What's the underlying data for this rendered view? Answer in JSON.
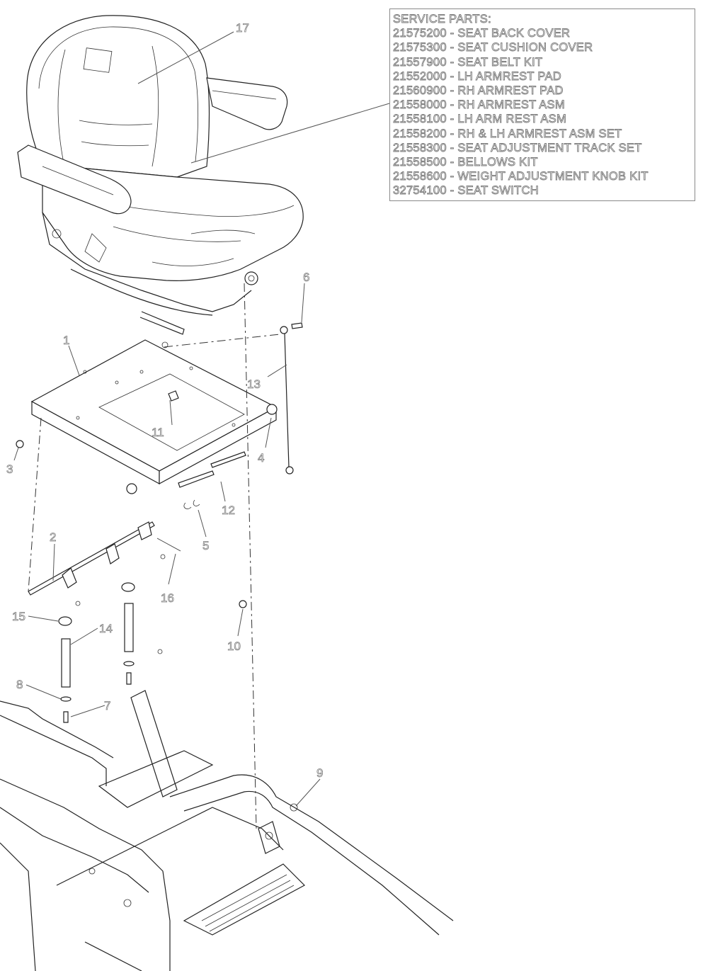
{
  "service_parts": {
    "title": "SERVICE PARTS:",
    "items": [
      "21575200 - SEAT BACK COVER",
      "21575300 - SEAT CUSHION COVER",
      "21557900 - SEAT BELT KIT",
      "21552000 - LH ARMREST PAD",
      "21560900 - RH ARMREST PAD",
      "21558000 - RH ARMREST ASM",
      "21558100 - LH ARM REST ASM",
      "21558200 - RH & LH ARMREST ASM SET",
      "21558300 - SEAT ADJUSTMENT TRACK SET",
      "21558500 - BELLOWS KIT",
      "21558600 - WEIGHT ADJUSTMENT KNOB KIT",
      "32754100 - SEAT SWITCH"
    ]
  },
  "callouts": {
    "c17": "17",
    "c6": "6",
    "c1": "1",
    "c13": "13",
    "c11": "11",
    "c3": "3",
    "c4": "4",
    "c12": "12",
    "c5": "5",
    "c2": "2",
    "c16": "16",
    "c15": "15",
    "c14": "14",
    "c10": "10",
    "c8": "8",
    "c7": "7",
    "c9": "9"
  }
}
